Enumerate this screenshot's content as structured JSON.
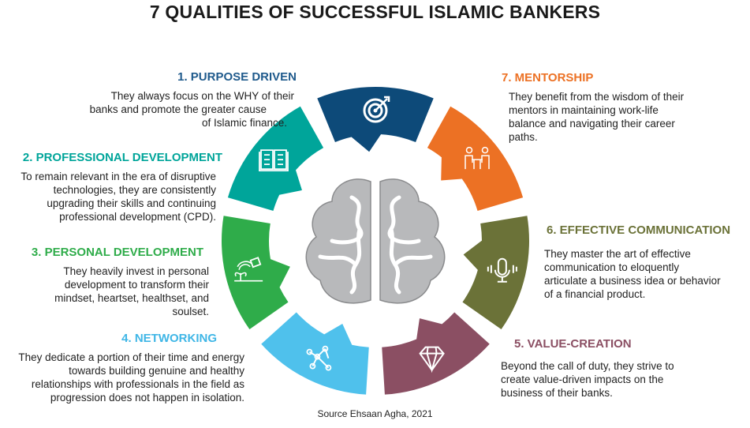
{
  "title": "7 QUALITIES OF SUCCESSFUL ISLAMIC BANKERS",
  "source": "Source Ehsaan Agha, 2021",
  "qualities": [
    {
      "heading": "1. PURPOSE DRIVEN",
      "color": "#0d4a79",
      "heading_color": "#1f5a8c",
      "icon": "target-icon",
      "lines": [
        "They always focus on the WHY of their",
        "banks and promote the greater cause",
        "of Islamic finance."
      ]
    },
    {
      "heading": "7. MENTORSHIP",
      "color": "#ec7124",
      "heading_color": "#ec7124",
      "icon": "meeting-icon",
      "lines": [
        "They benefit from the wisdom of their",
        "mentors in maintaining work-life",
        "balance and navigating their career",
        "paths."
      ]
    },
    {
      "heading": "6. EFFECTIVE COMMUNICATION",
      "color": "#6b7238",
      "heading_color": "#6b7238",
      "icon": "microphone-icon",
      "lines": [
        "They master the art of effective",
        "communication to eloquently",
        "articulate a business idea or behavior",
        "of a financial product."
      ]
    },
    {
      "heading": "5. VALUE-CREATION",
      "color": "#8b4f63",
      "heading_color": "#8b4f63",
      "icon": "diamond-icon",
      "lines": [
        "Beyond the call of duty, they strive to",
        "create value-driven impacts on the",
        "business of their banks."
      ]
    },
    {
      "heading": "4. NETWORKING",
      "color": "#4fc1ec",
      "heading_color": "#3fb6e6",
      "icon": "network-icon",
      "lines": [
        "They dedicate a portion of their time and energy",
        "towards building genuine and healthy",
        "relationships with professionals in the field as",
        "progression does not happen in isolation."
      ]
    },
    {
      "heading": "3. PERSONAL DEVELOPMENT",
      "color": "#2fac4a",
      "heading_color": "#2fac4a",
      "icon": "watering-plant-icon",
      "lines": [
        "They heavily invest in personal",
        "development to transform their",
        "mindset, heartset, healthset, and",
        "soulset."
      ]
    },
    {
      "heading": "2. PROFESSIONAL DEVELOPMENT",
      "color": "#00a59a",
      "heading_color": "#00a59a",
      "icon": "book-icon",
      "lines": [
        "To remain relevant in the era of disruptive",
        "technologies, they are consistently",
        "upgrading their skills and continuing",
        "professional development (CPD)."
      ]
    }
  ]
}
